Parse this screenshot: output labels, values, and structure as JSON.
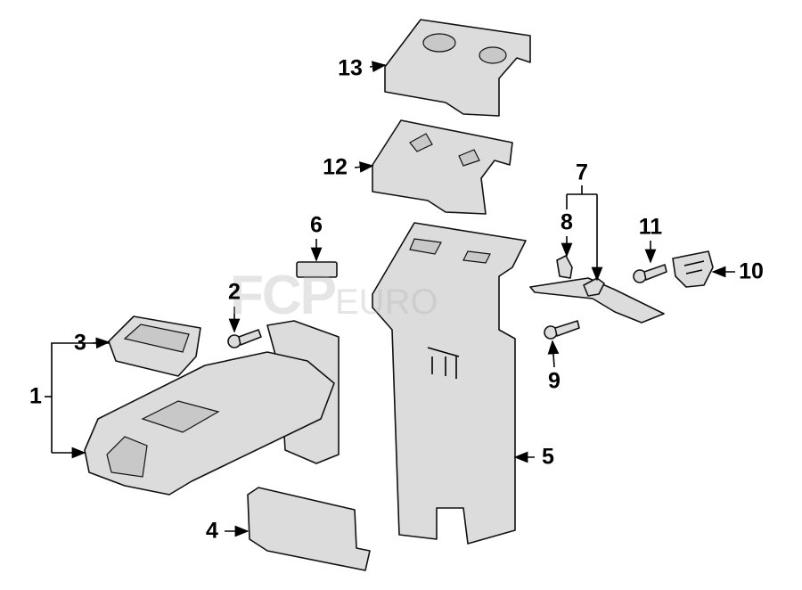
{
  "diagram": {
    "watermark": {
      "brand": "FCP",
      "suffix": "EURO"
    },
    "callouts": [
      {
        "id": "1",
        "label": "1"
      },
      {
        "id": "2",
        "label": "2"
      },
      {
        "id": "3",
        "label": "3"
      },
      {
        "id": "4",
        "label": "4"
      },
      {
        "id": "5",
        "label": "5"
      },
      {
        "id": "6",
        "label": "6"
      },
      {
        "id": "7",
        "label": "7"
      },
      {
        "id": "8",
        "label": "8"
      },
      {
        "id": "9",
        "label": "9"
      },
      {
        "id": "10",
        "label": "10"
      },
      {
        "id": "11",
        "label": "11"
      },
      {
        "id": "12",
        "label": "12"
      },
      {
        "id": "13",
        "label": "13"
      }
    ]
  },
  "colors": {
    "part_fill": "#dcdcdc",
    "outline": "#111111"
  }
}
